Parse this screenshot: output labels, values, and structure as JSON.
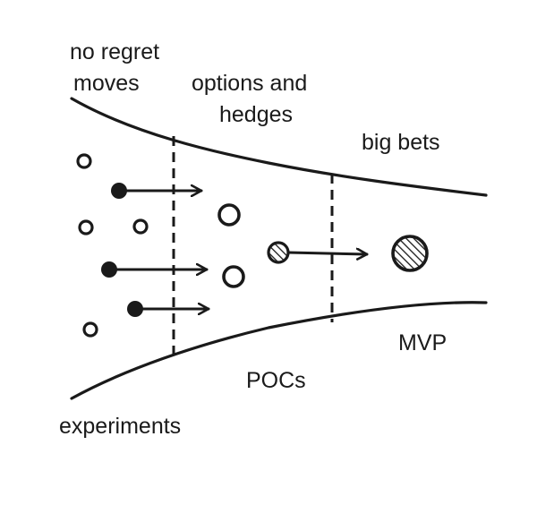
{
  "labels": {
    "no_regret_line1": "no regret",
    "no_regret_line2": "moves",
    "options_line1": "options and",
    "options_line2": "hedges",
    "big_bets": "big bets",
    "mvp": "MVP",
    "pocs": "POCs",
    "experiments": "experiments"
  },
  "colors": {
    "ink": "#1a1a1a",
    "background": "#ffffff"
  }
}
